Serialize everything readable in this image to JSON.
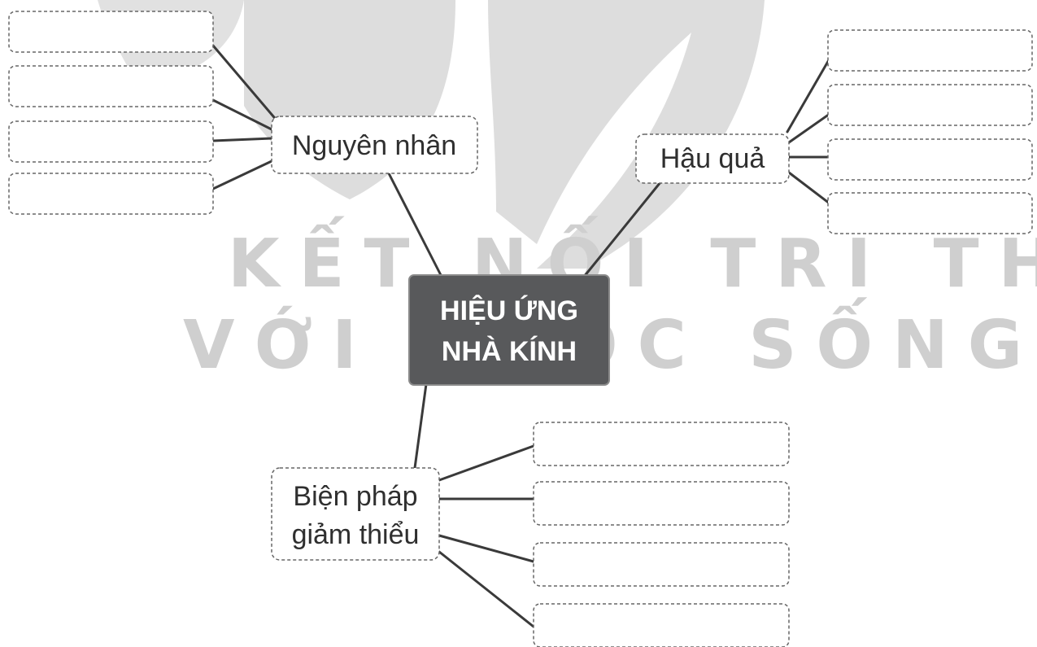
{
  "watermark": {
    "line1": "KẾT NỐI TRI THỨC",
    "line2": "VỚI CUỘC SỐNG"
  },
  "center": {
    "line1": "HIỆU ỨNG",
    "line2": "NHÀ KÍNH"
  },
  "branches": {
    "causes": {
      "label": "Nguyên nhân",
      "leaf_count": 4
    },
    "effects": {
      "label": "Hậu quả",
      "leaf_count": 4
    },
    "solutions": {
      "label_line1": "Biện pháp",
      "label_line2": "giảm thiểu",
      "leaf_count": 4
    }
  },
  "colors": {
    "center_fill": "#58595b",
    "line": "#3a3a3a",
    "watermark": "#d9d9d9"
  }
}
